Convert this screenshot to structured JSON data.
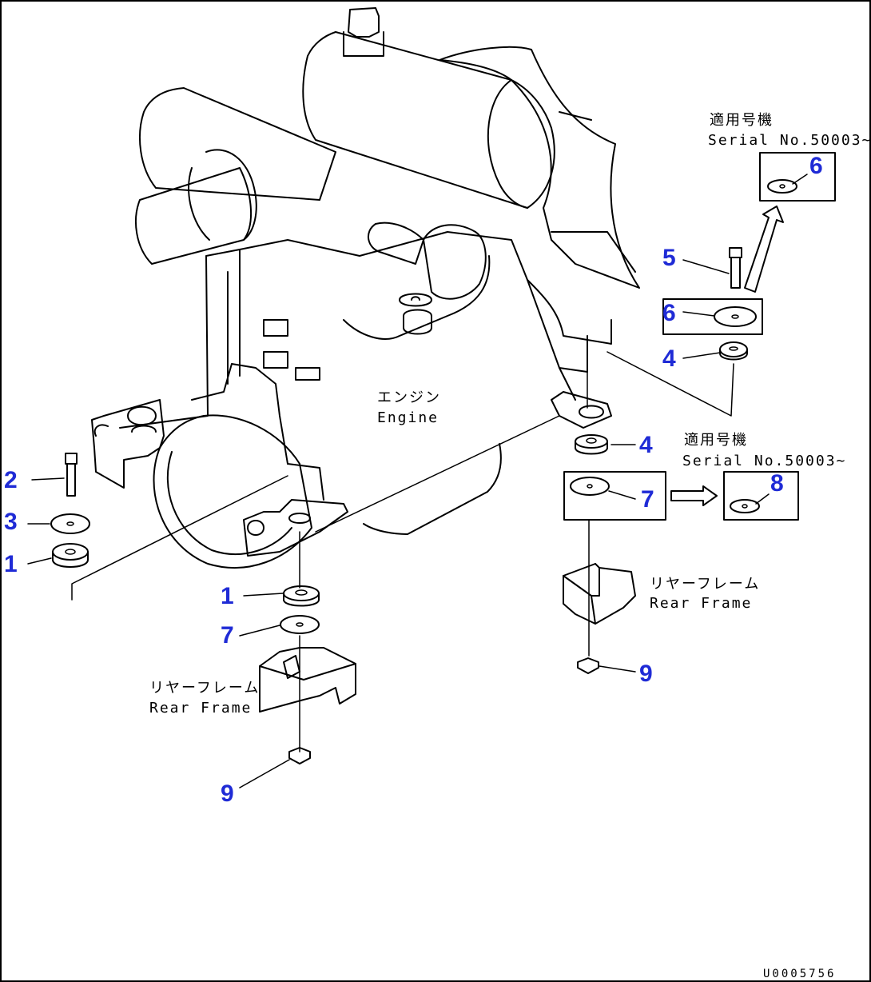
{
  "labels": {
    "engine_jp": "エンジン",
    "engine_en": "Engine",
    "rear_frame_jp_left": "リヤーフレーム",
    "rear_frame_en_left": "Rear Frame",
    "rear_frame_jp_right": "リヤーフレーム",
    "rear_frame_en_right": "Rear Frame",
    "applicable_jp_top": "適用号機",
    "serial_top": "Serial No.50003~",
    "applicable_jp_mid": "適用号機",
    "serial_mid": "Serial No.50003~",
    "drawing_code": "U0005756"
  },
  "callouts": {
    "c1a": "1",
    "c1b": "1",
    "c2": "2",
    "c3": "3",
    "c4a": "4",
    "c4b": "4",
    "c5": "5",
    "c6a": "6",
    "c6b": "6",
    "c7a": "7",
    "c7b": "7",
    "c8": "8",
    "c9a": "9",
    "c9b": "9"
  },
  "colors": {
    "callout": "#1f2bd6",
    "line": "#000000",
    "background": "#ffffff"
  }
}
